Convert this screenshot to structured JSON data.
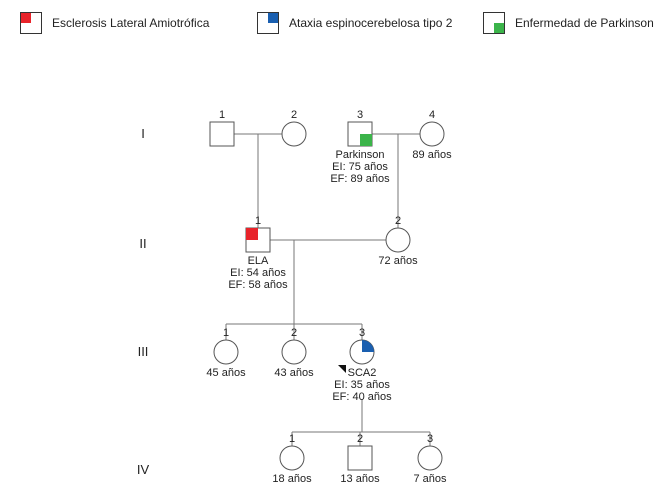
{
  "legend": [
    {
      "label": "Esclerosis Lateral Amiotrófica",
      "color": "#e8232a",
      "corner": "top-left"
    },
    {
      "label": "Ataxia espinocerebelosa tipo 2",
      "color": "#1a5fb0",
      "corner": "top-right"
    },
    {
      "label": "Enfermedad de Parkinson",
      "color": "#3bb44a",
      "corner": "bottom-right"
    }
  ],
  "generations": [
    "I",
    "II",
    "III",
    "IV"
  ],
  "individuals": {
    "I1": {
      "number": "1",
      "sex": "male"
    },
    "I2": {
      "number": "2",
      "sex": "female"
    },
    "I3": {
      "number": "3",
      "sex": "male",
      "condition": "Parkinson",
      "notes": [
        "Parkinson",
        "EI: 75 años",
        "EF: 89 años"
      ]
    },
    "I4": {
      "number": "4",
      "sex": "female",
      "notes": [
        "89 años"
      ]
    },
    "II1": {
      "number": "1",
      "sex": "male",
      "condition": "ELA",
      "notes": [
        "ELA",
        "EI: 54 años",
        "EF: 58 años"
      ]
    },
    "II2": {
      "number": "2",
      "sex": "female",
      "notes": [
        "72 años"
      ]
    },
    "III1": {
      "number": "1",
      "sex": "female",
      "notes": [
        "45 años"
      ]
    },
    "III2": {
      "number": "2",
      "sex": "female",
      "notes": [
        "43 años"
      ]
    },
    "III3": {
      "number": "3",
      "sex": "female",
      "condition": "SCA2",
      "proband": true,
      "notes": [
        "SCA2",
        "EI: 35 años",
        "EF: 40 años"
      ]
    },
    "IV1": {
      "number": "1",
      "sex": "female",
      "notes": [
        "18 años"
      ]
    },
    "IV2": {
      "number": "2",
      "sex": "male",
      "notes": [
        "13 años"
      ]
    },
    "IV3": {
      "number": "3",
      "sex": "female",
      "notes": [
        "7 años"
      ]
    }
  }
}
